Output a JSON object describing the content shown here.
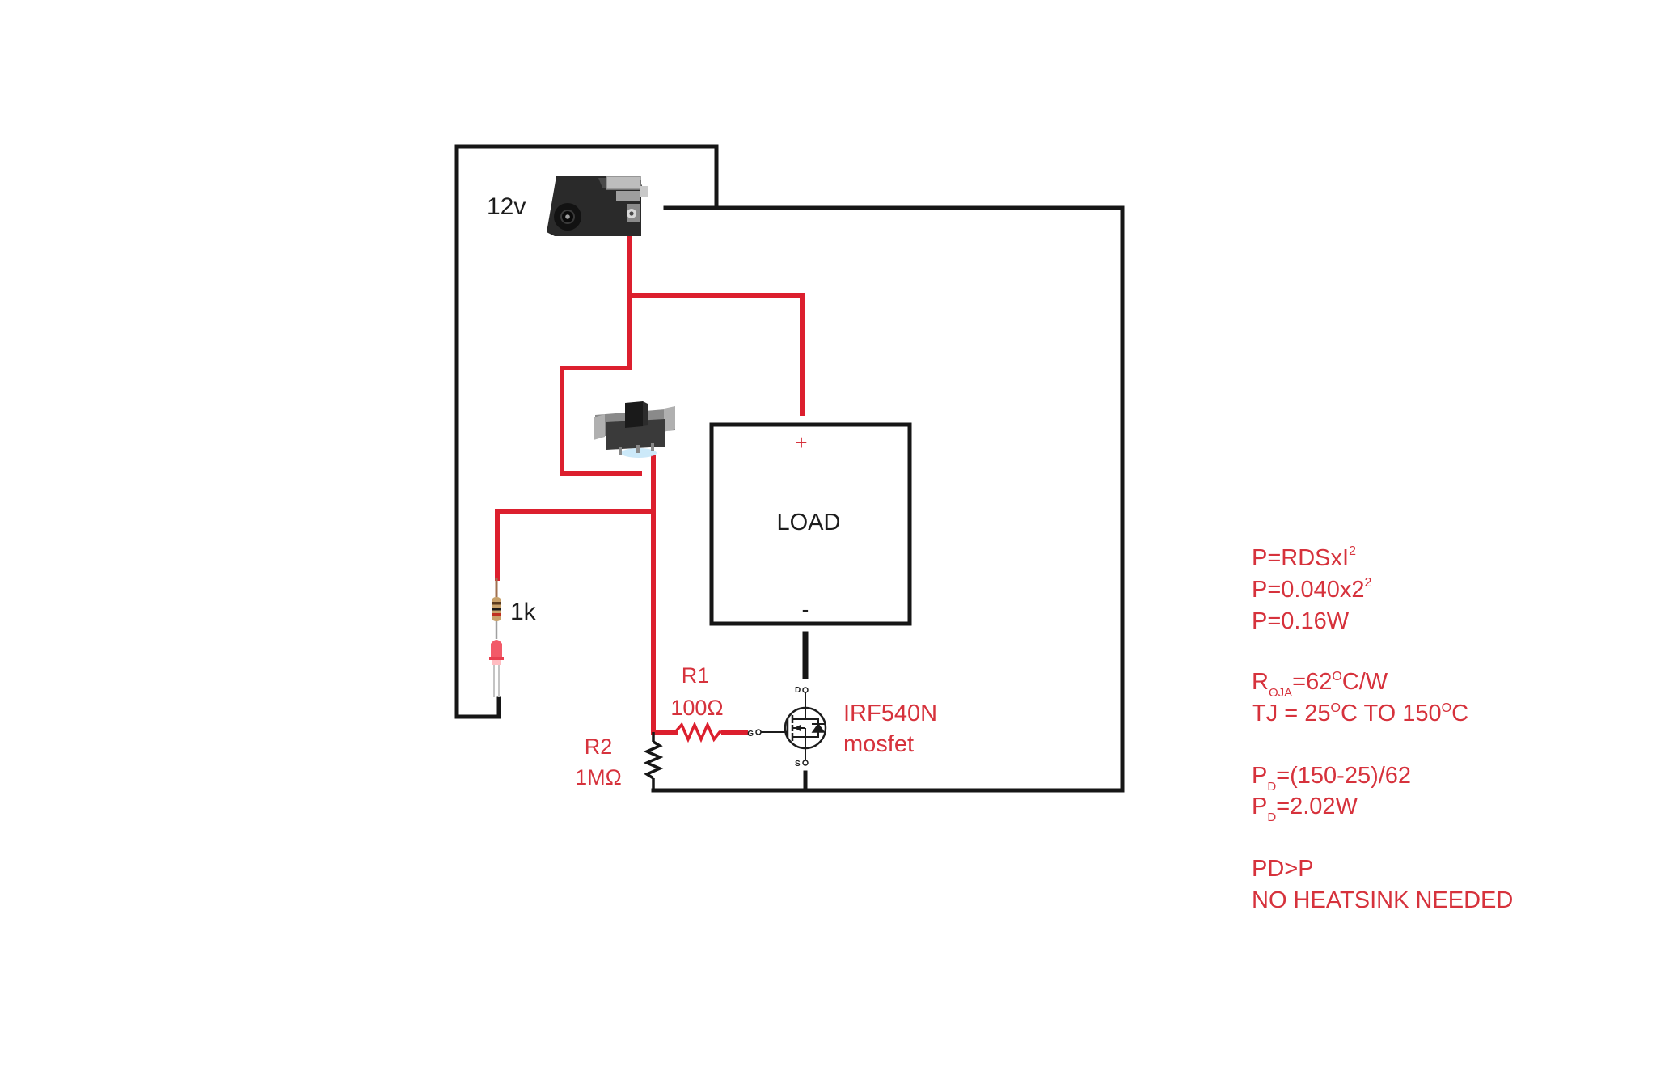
{
  "colors": {
    "wire_ground": "#161616",
    "wire_positive": "#dc1f2e",
    "label_red": "#d6323c",
    "label_dark": "#1c1c1c"
  },
  "circuit": {
    "supply_label": "12v",
    "load_label": "LOAD",
    "load_plus": "+",
    "load_minus": "-",
    "led_resistor_label": "1k",
    "r1": {
      "name": "R1",
      "value": "100Ω"
    },
    "r2": {
      "name": "R2",
      "value": "1MΩ"
    },
    "mosfet": {
      "part": "IRF540N",
      "type": "mosfet",
      "pin_d": "D",
      "pin_g": "G",
      "pin_s": "S"
    }
  },
  "calculations": {
    "p_formula": {
      "base": "P=RDSxI",
      "sup": "2"
    },
    "p_values": {
      "base": "P=0.040x2",
      "sup": "2"
    },
    "p_result": "P=0.16W",
    "rtheta": {
      "r": "R",
      "sub": "ΘJA",
      "rest1": "=62",
      "deg": "O",
      "rest2": "C/W"
    },
    "tj": {
      "a": "TJ = 25",
      "deg1": "O",
      "b": "C TO 150",
      "deg2": "O",
      "c": "C"
    },
    "pd_formula": {
      "p": "P",
      "sub": "D",
      "rest": "=(150-25)/62"
    },
    "pd_result": {
      "p": "P",
      "sub": "D",
      "rest": "=2.02W"
    },
    "compare": "PD>P",
    "conclusion": "NO HEATSINK NEEDED"
  }
}
